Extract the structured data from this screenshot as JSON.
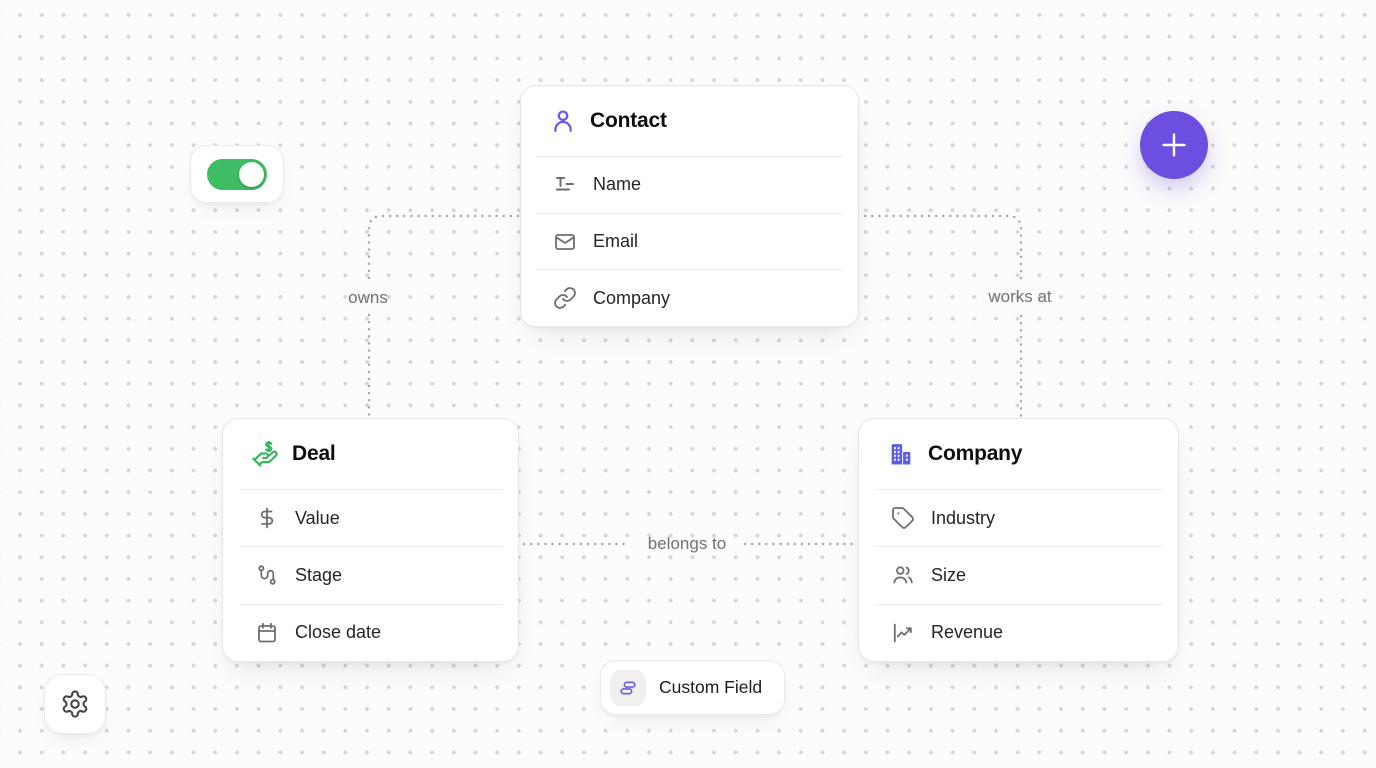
{
  "canvas": {
    "background_color": "#fcfcfb",
    "dot_color": "#d7d6d4",
    "connector_color": "#a6a6a6"
  },
  "nodes": {
    "contact": {
      "title": "Contact",
      "icon": "person-icon",
      "accent": "#6a5ae8",
      "fields": [
        {
          "label": "Name",
          "icon": "text-icon"
        },
        {
          "label": "Email",
          "icon": "mail-icon"
        },
        {
          "label": "Company",
          "icon": "link-icon"
        }
      ]
    },
    "deal": {
      "title": "Deal",
      "icon": "hand-dollar-icon",
      "accent": "#34b35e",
      "fields": [
        {
          "label": "Value",
          "icon": "dollar-icon"
        },
        {
          "label": "Stage",
          "icon": "route-icon"
        },
        {
          "label": "Close date",
          "icon": "calendar-icon"
        }
      ]
    },
    "company": {
      "title": "Company",
      "icon": "buildings-icon",
      "accent": "#5e5ce6",
      "fields": [
        {
          "label": "Industry",
          "icon": "tag-icon"
        },
        {
          "label": "Size",
          "icon": "users-icon"
        },
        {
          "label": "Revenue",
          "icon": "chart-icon"
        }
      ]
    }
  },
  "edges": {
    "owns": {
      "label": "owns",
      "from": "Contact",
      "to": "Deal"
    },
    "works_at": {
      "label": "works at",
      "from": "Contact",
      "to": "Company"
    },
    "belongs_to": {
      "label": "belongs to",
      "from": "Deal",
      "to": "Company"
    }
  },
  "controls": {
    "toggle": {
      "state": "on",
      "color": "#3ebd64"
    },
    "add_button": {
      "icon": "plus-icon",
      "color": "#6c4fe1"
    },
    "settings_button": {
      "icon": "gear-icon"
    },
    "custom_field_chip": {
      "label": "Custom Field",
      "icon": "rows-icon",
      "accent": "#6a5ae8"
    }
  }
}
